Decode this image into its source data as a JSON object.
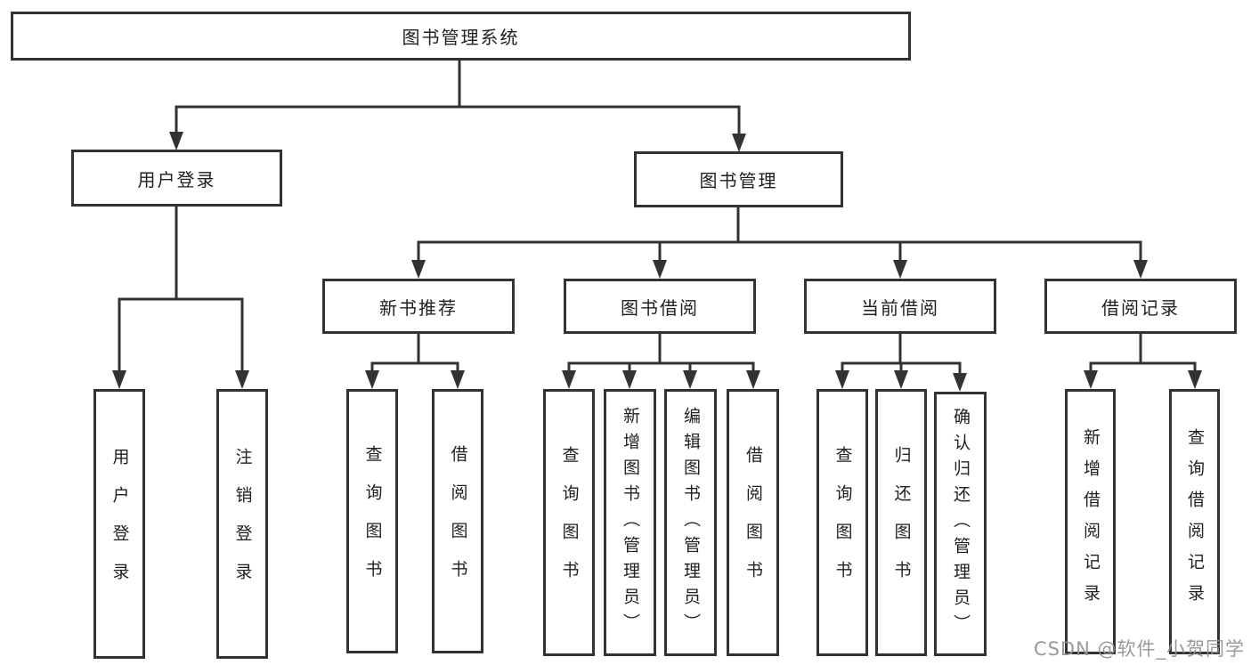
{
  "diagram_type": "hierarchy-tree",
  "colors": {
    "background": "#ffffff",
    "box_border": "#333333",
    "line": "#333333",
    "text": "#1f1f1f",
    "watermark": "#919191"
  },
  "nodes": {
    "root": "图书管理系统",
    "user_login": "用户登录",
    "book_mgmt": "图书管理",
    "new_book_rec": "新书推荐",
    "book_borrow": "图书借阅",
    "current_borrow": "当前借阅",
    "borrow_records": "借阅记录",
    "leaf_user_login": "用户登录",
    "leaf_logout": "注销登录",
    "nb_query": "查询图书",
    "nb_borrow": "借阅图书",
    "bb_query": "查询图书",
    "bb_add": "新增图书（管理员）",
    "bb_edit": "编辑图书（管理员）",
    "bb_borrow": "借阅图书",
    "cb_query": "查询图书",
    "cb_return": "归还图书",
    "cb_confirm": "确认归还（管理员）",
    "br_add": "新增借阅记录",
    "br_query": "查询借阅记录"
  },
  "hierarchy": {
    "图书管理系统": {
      "用户登录": [
        "用户登录",
        "注销登录"
      ],
      "图书管理": {
        "新书推荐": [
          "查询图书",
          "借阅图书"
        ],
        "图书借阅": [
          "查询图书",
          "新增图书（管理员）",
          "编辑图书（管理员）",
          "借阅图书"
        ],
        "当前借阅": [
          "查询图书",
          "归还图书",
          "确认归还（管理员）"
        ],
        "借阅记录": [
          "新增借阅记录",
          "查询借阅记录"
        ]
      }
    }
  },
  "watermark": {
    "text": "CSDN @软件_小贺同学"
  }
}
